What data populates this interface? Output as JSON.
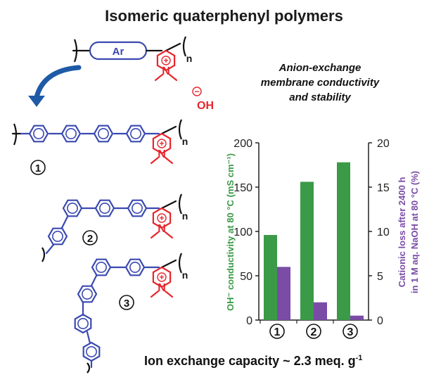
{
  "figure": {
    "title": "Isomeric quaterphenyl  polymers",
    "subtitle_lines": [
      "Anion-exchange",
      "membrane conductivity",
      "and stability"
    ],
    "footer": "Ion exchange capacity ~ 2.3 meq. g",
    "footer_sup": "-1",
    "scheme": {
      "ar_label": "Ar",
      "subscript_n": "n",
      "nitrogen": "N",
      "charge": "+",
      "counterion_charge": "−",
      "counterion": "OH",
      "labels": [
        "1",
        "2",
        "3"
      ]
    },
    "colors": {
      "blue": "#3a49b0",
      "red": "#e8252c",
      "green": "#3b9a47",
      "purple": "#7a4ca6",
      "arrow": "#1f5aa6"
    }
  },
  "chart_data": {
    "type": "bar",
    "categories": [
      "1",
      "2",
      "3"
    ],
    "series": [
      {
        "name": "OH⁻ conductivity at 80 °C (mS cm⁻¹)",
        "axis": "left",
        "values": [
          96,
          156,
          178
        ]
      },
      {
        "name": "Cationic loss after 2400 h in 1 M aq. NaOH at 80 °C (%)",
        "axis": "right",
        "values": [
          6,
          2,
          0.5
        ]
      }
    ],
    "left_axis": {
      "label": "OH⁻ conductivity  at 80 °C (mS cm⁻¹)",
      "min": 0,
      "max": 200,
      "ticks": [
        0,
        50,
        100,
        150,
        200
      ]
    },
    "right_axis": {
      "label_lines": [
        "Cationic  loss after 2400 h",
        "in 1 M aq. NaOH at 80 °C (%)"
      ],
      "min": 0,
      "max": 20,
      "ticks": [
        0,
        5,
        10,
        15,
        20
      ]
    },
    "grid": false
  }
}
